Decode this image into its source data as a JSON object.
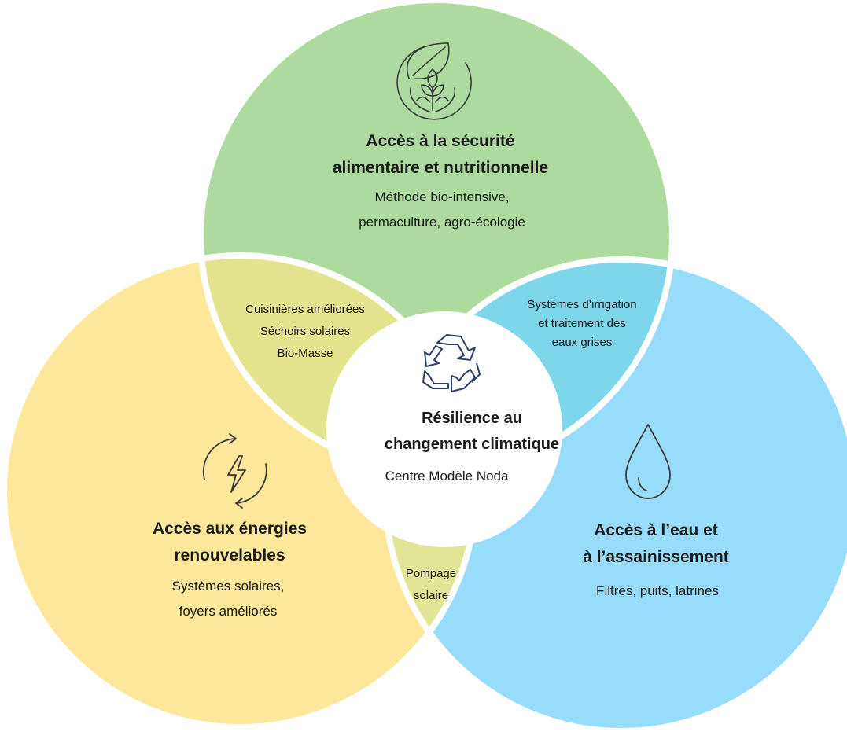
{
  "colors": {
    "food": "#addb9e",
    "energy": "#fce79a",
    "water": "#98dcfc",
    "food_energy": "#e5e48e",
    "food_water": "#7dd6ea",
    "energy_water": "#e2e596",
    "center": "#ffffff",
    "outline": "#ffffff",
    "icon_stroke": "#3a3a3a"
  },
  "food": {
    "icon": "leaf-hands-icon",
    "title_lines": [
      "Accès à  la sécurité",
      "alimentaire et nutritionnelle"
    ],
    "subtitle_lines": [
      "Méthode bio-intensive,",
      "permaculture, agro-écologie"
    ]
  },
  "energy": {
    "icon": "lightning-cycle-icon",
    "title_lines": [
      "Accès aux énergies",
      "renouvelables"
    ],
    "subtitle_lines": [
      "Systèmes solaires,",
      "foyers améliorés"
    ]
  },
  "water": {
    "icon": "water-drop-icon",
    "title_lines": [
      "Accès à l’eau et",
      "à l’assainissement"
    ],
    "subtitle_lines": [
      "Filtres, puits, latrines"
    ]
  },
  "food_energy": {
    "lines": [
      "Cuisinières améliorées",
      "Séchoirs solaires",
      "Bio-Masse"
    ]
  },
  "food_water": {
    "lines": [
      "Systèmes d’irrigation",
      "et traitement des",
      "eaux grises"
    ]
  },
  "energy_water": {
    "lines": [
      "Pompage",
      "solaire"
    ]
  },
  "center": {
    "icon": "recycle-icon",
    "title_lines": [
      "Résilience au",
      "changement climatique"
    ],
    "subtitle": "Centre Modèle Noda"
  }
}
